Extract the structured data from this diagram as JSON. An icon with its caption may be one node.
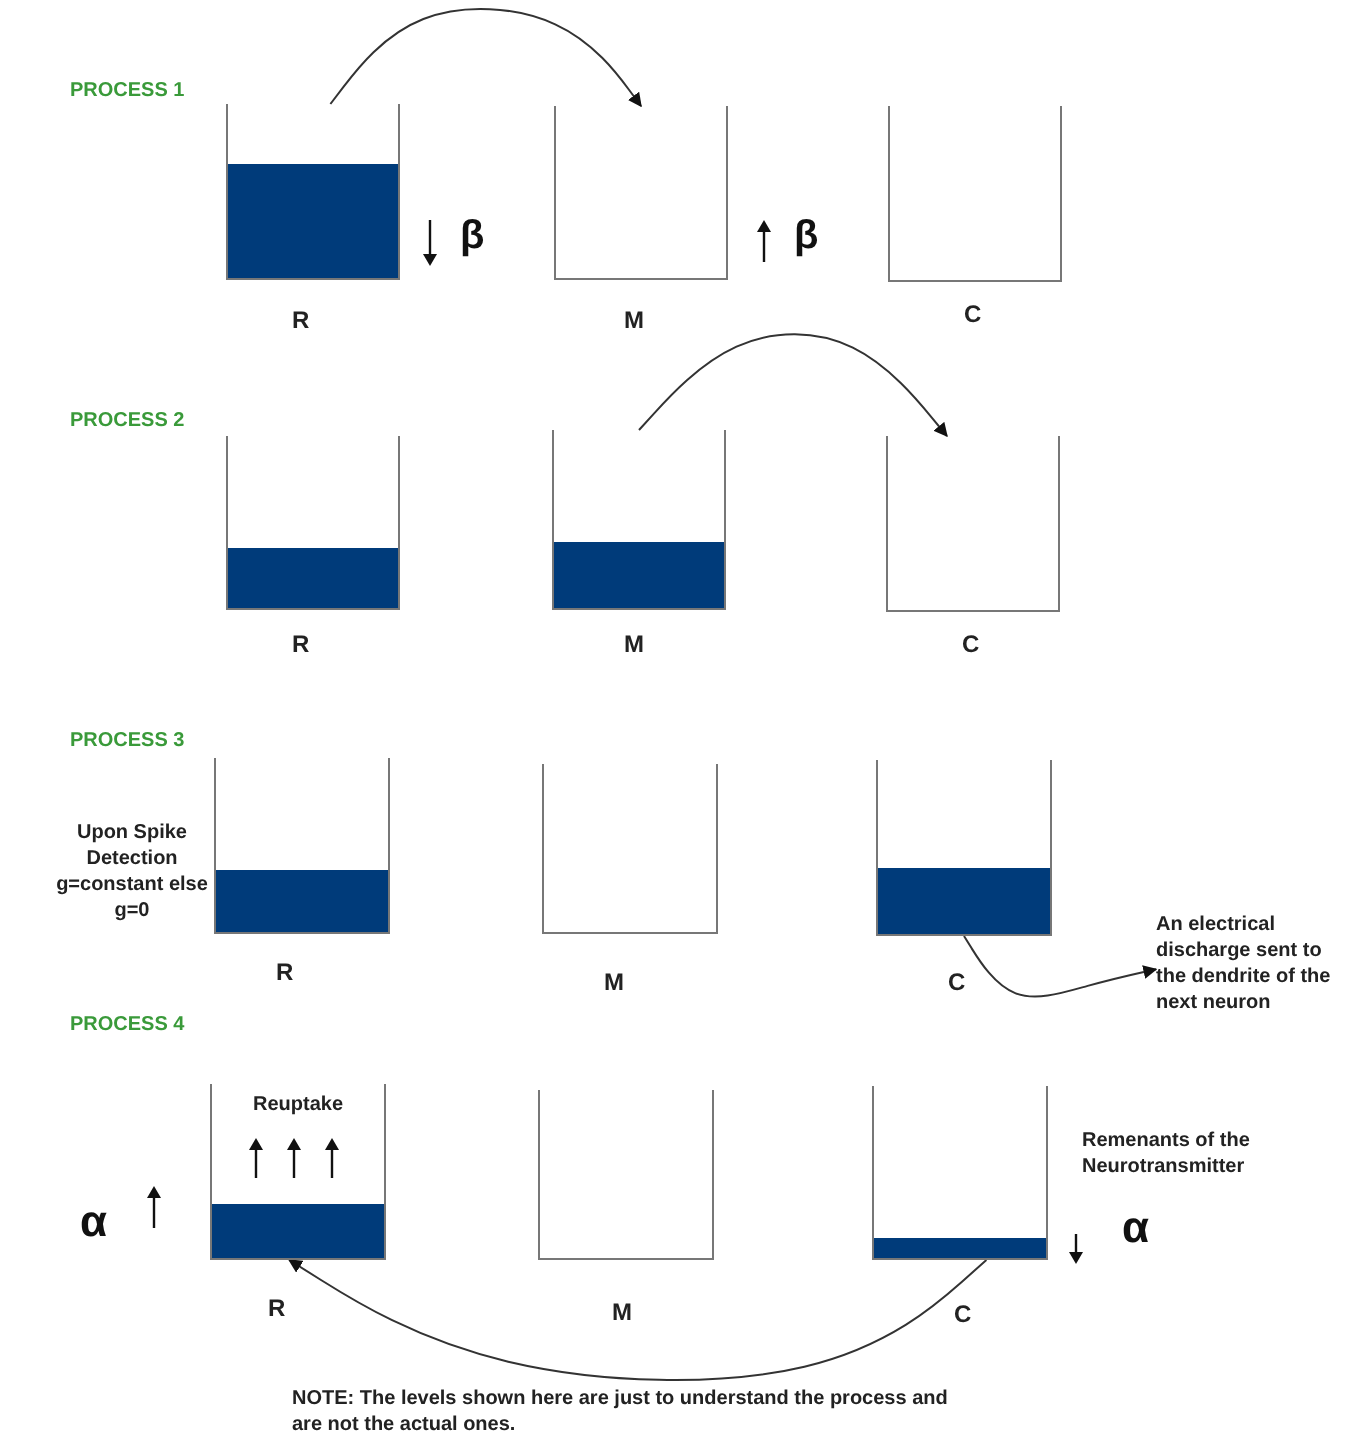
{
  "diagram": {
    "nodes": [
      {
        "text": [],
        "shape": "box",
        "beside": [
          "R"
        ]
      },
      {
        "text": [],
        "shape": "box",
        "beside": [
          "M"
        ]
      },
      {
        "text": [],
        "shape": "box",
        "beside": [
          "C"
        ]
      },
      {
        "text": [],
        "shape": "box",
        "beside": [
          "R"
        ]
      },
      {
        "text": [],
        "shape": "box",
        "beside": [
          "M"
        ]
      },
      {
        "text": [],
        "shape": "box",
        "beside": [
          "C"
        ]
      },
      {
        "text": [],
        "shape": "box",
        "beside": [
          "R"
        ]
      },
      {
        "text": [],
        "shape": "box",
        "beside": [
          "M"
        ]
      },
      {
        "text": [],
        "shape": "box",
        "beside": [
          "C"
        ]
      },
      {
        "text": [
          "An electrical discharge sent to the dendrite of the next neuron"
        ]
      },
      {
        "text": [
          "Reuptake"
        ],
        "beside": [
          "R"
        ]
      },
      {
        "text": [],
        "shape": "box",
        "beside": [
          "M"
        ]
      },
      {
        "text": [],
        "shape": "box",
        "beside": [
          "C"
        ]
      }
    ],
    "edges": [
      {
        "from": 0,
        "to": 1,
        "arrow": "to"
      },
      {
        "from": 4,
        "to": 5,
        "arrow": "to"
      },
      {
        "from": 8,
        "to": 9,
        "arrow": "to"
      },
      {
        "from": 12,
        "to": 10,
        "arrow": "to"
      }
    ],
    "labels": [
      "PROCESS 1",
      "β",
      "β",
      "PROCESS 2",
      "PROCESS 3",
      "Upon Spike Detection g=constant else g=0",
      "PROCESS 4",
      "α",
      "Remenants of the Neurotransmitter",
      "α",
      "NOTE: The levels shown here are just to understand the process and are not the actual ones."
    ]
  }
}
